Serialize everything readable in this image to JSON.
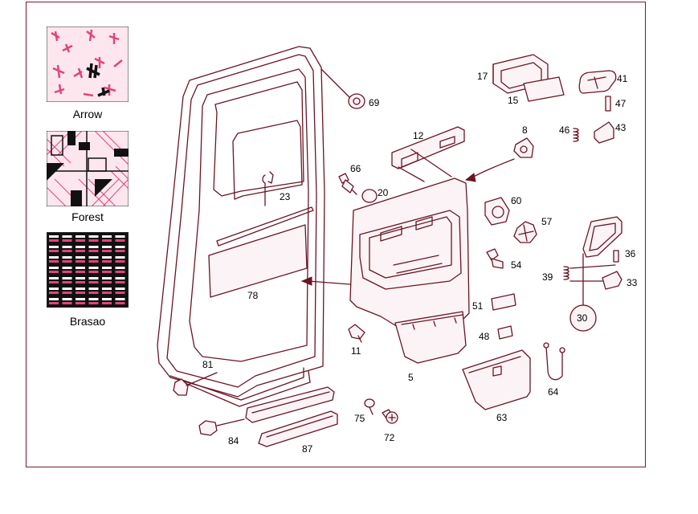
{
  "legend": {
    "swatches": [
      {
        "name": "Arrow"
      },
      {
        "name": "Forest"
      },
      {
        "name": "Brasao"
      }
    ]
  },
  "colors": {
    "line": "#6a1424",
    "frame": "#7a1a2e",
    "pattern_pink": "#e0457a",
    "pattern_dark": "#111111"
  },
  "parts": {
    "p69": "69",
    "p17": "17",
    "p15": "15",
    "p41": "41",
    "p47": "47",
    "p12": "12",
    "p8": "8",
    "p46": "46",
    "p43": "43",
    "p66": "66",
    "p20": "20",
    "p23": "23",
    "p60": "60",
    "p57": "57",
    "p36": "36",
    "p54": "54",
    "p39": "39",
    "p33": "33",
    "p78": "78",
    "p51": "51",
    "p30": "30",
    "p48": "48",
    "p11": "11",
    "p5": "5",
    "p81": "81",
    "p64": "64",
    "p63": "63",
    "p75": "75",
    "p84": "84",
    "p72": "72",
    "p87": "87"
  }
}
